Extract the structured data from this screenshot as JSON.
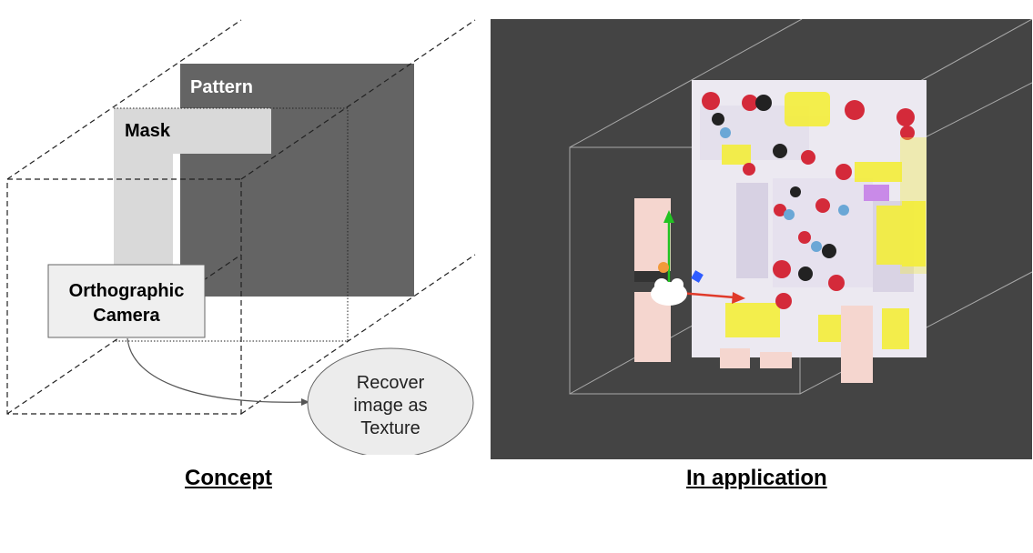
{
  "concept": {
    "pattern_label": "Pattern",
    "mask_label": "Mask",
    "camera_label_line1": "Orthographic",
    "camera_label_line2": "Camera",
    "output_line1": "Recover",
    "output_line2": "image as",
    "output_line3": "Texture",
    "caption": "Concept",
    "colors": {
      "pattern": "#646464",
      "mask": "#d9d9d9",
      "camera_box": "#efefef",
      "ellipse": "#ececec"
    }
  },
  "application": {
    "caption": "In application",
    "colors": {
      "viewport_bg": "#444444",
      "wire": "#a8a8a8",
      "texture_bg": "#ece9f1",
      "highlight": "#f4ee3a",
      "flower": "#d42a3a",
      "skin": "#f5d6cf"
    },
    "gizmo": {
      "y_axis_color": "#22c322",
      "x_axis_color": "#e03a2a",
      "z_axis_color": "#2f5cff"
    }
  }
}
